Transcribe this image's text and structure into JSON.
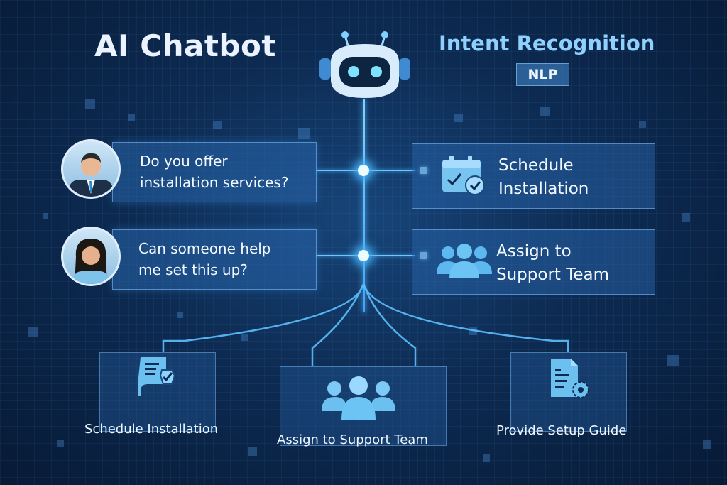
{
  "header": {
    "title": "AI Chatbot",
    "subtitle": "Intent Recognition",
    "badge": "NLP"
  },
  "user_messages": [
    {
      "avatar": "male-user-avatar",
      "text_line1": "Do you offer",
      "text_line2": "installation services?"
    },
    {
      "avatar": "female-user-avatar",
      "text_line1": "Can someone help",
      "text_line2": "me set this up?"
    }
  ],
  "recognized_intents": [
    {
      "icon": "calendar-check-icon",
      "line1": "Schedule",
      "line2": "Installation"
    },
    {
      "icon": "team-icon",
      "line1": "Assign to",
      "line2": "Support Team"
    }
  ],
  "actions": [
    {
      "icon": "document-check-icon",
      "label": "Schedule Installation"
    },
    {
      "icon": "team-icon",
      "label": "Assign to Support Team"
    },
    {
      "icon": "document-gear-icon",
      "label": "Provide Setup Guide"
    }
  ],
  "colors": {
    "background": "#0d2b52",
    "accent": "#6cc8ff",
    "subtitle": "#8fd0ff",
    "icon": "#5cb8ee"
  }
}
